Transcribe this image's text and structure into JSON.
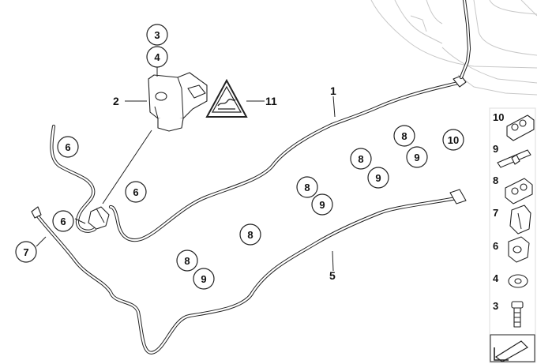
{
  "diagram": {
    "main_labels": {
      "label_1": "1",
      "label_2": "2",
      "label_5": "5",
      "label_11": "11"
    },
    "top_callouts": [
      "3",
      "4"
    ],
    "circle_callouts": [
      "6",
      "6",
      "6",
      "7",
      "8",
      "9",
      "8",
      "9",
      "8",
      "9",
      "8",
      "8",
      "9",
      "10"
    ],
    "legend": [
      {
        "number": "10",
        "part": "triple-pipe-clip"
      },
      {
        "number": "9",
        "part": "bracket-clip"
      },
      {
        "number": "8",
        "part": "double-pipe-clip"
      },
      {
        "number": "7",
        "part": "holder-clip"
      },
      {
        "number": "6",
        "part": "single-pipe-clip"
      },
      {
        "number": "4",
        "part": "washer"
      },
      {
        "number": "3",
        "part": "screw"
      }
    ],
    "warning_sign": "hot-surface-warning"
  },
  "colors": {
    "line": "#222222",
    "background_sketch": "#c8c8c8",
    "legend_panel": "#ffffff"
  }
}
